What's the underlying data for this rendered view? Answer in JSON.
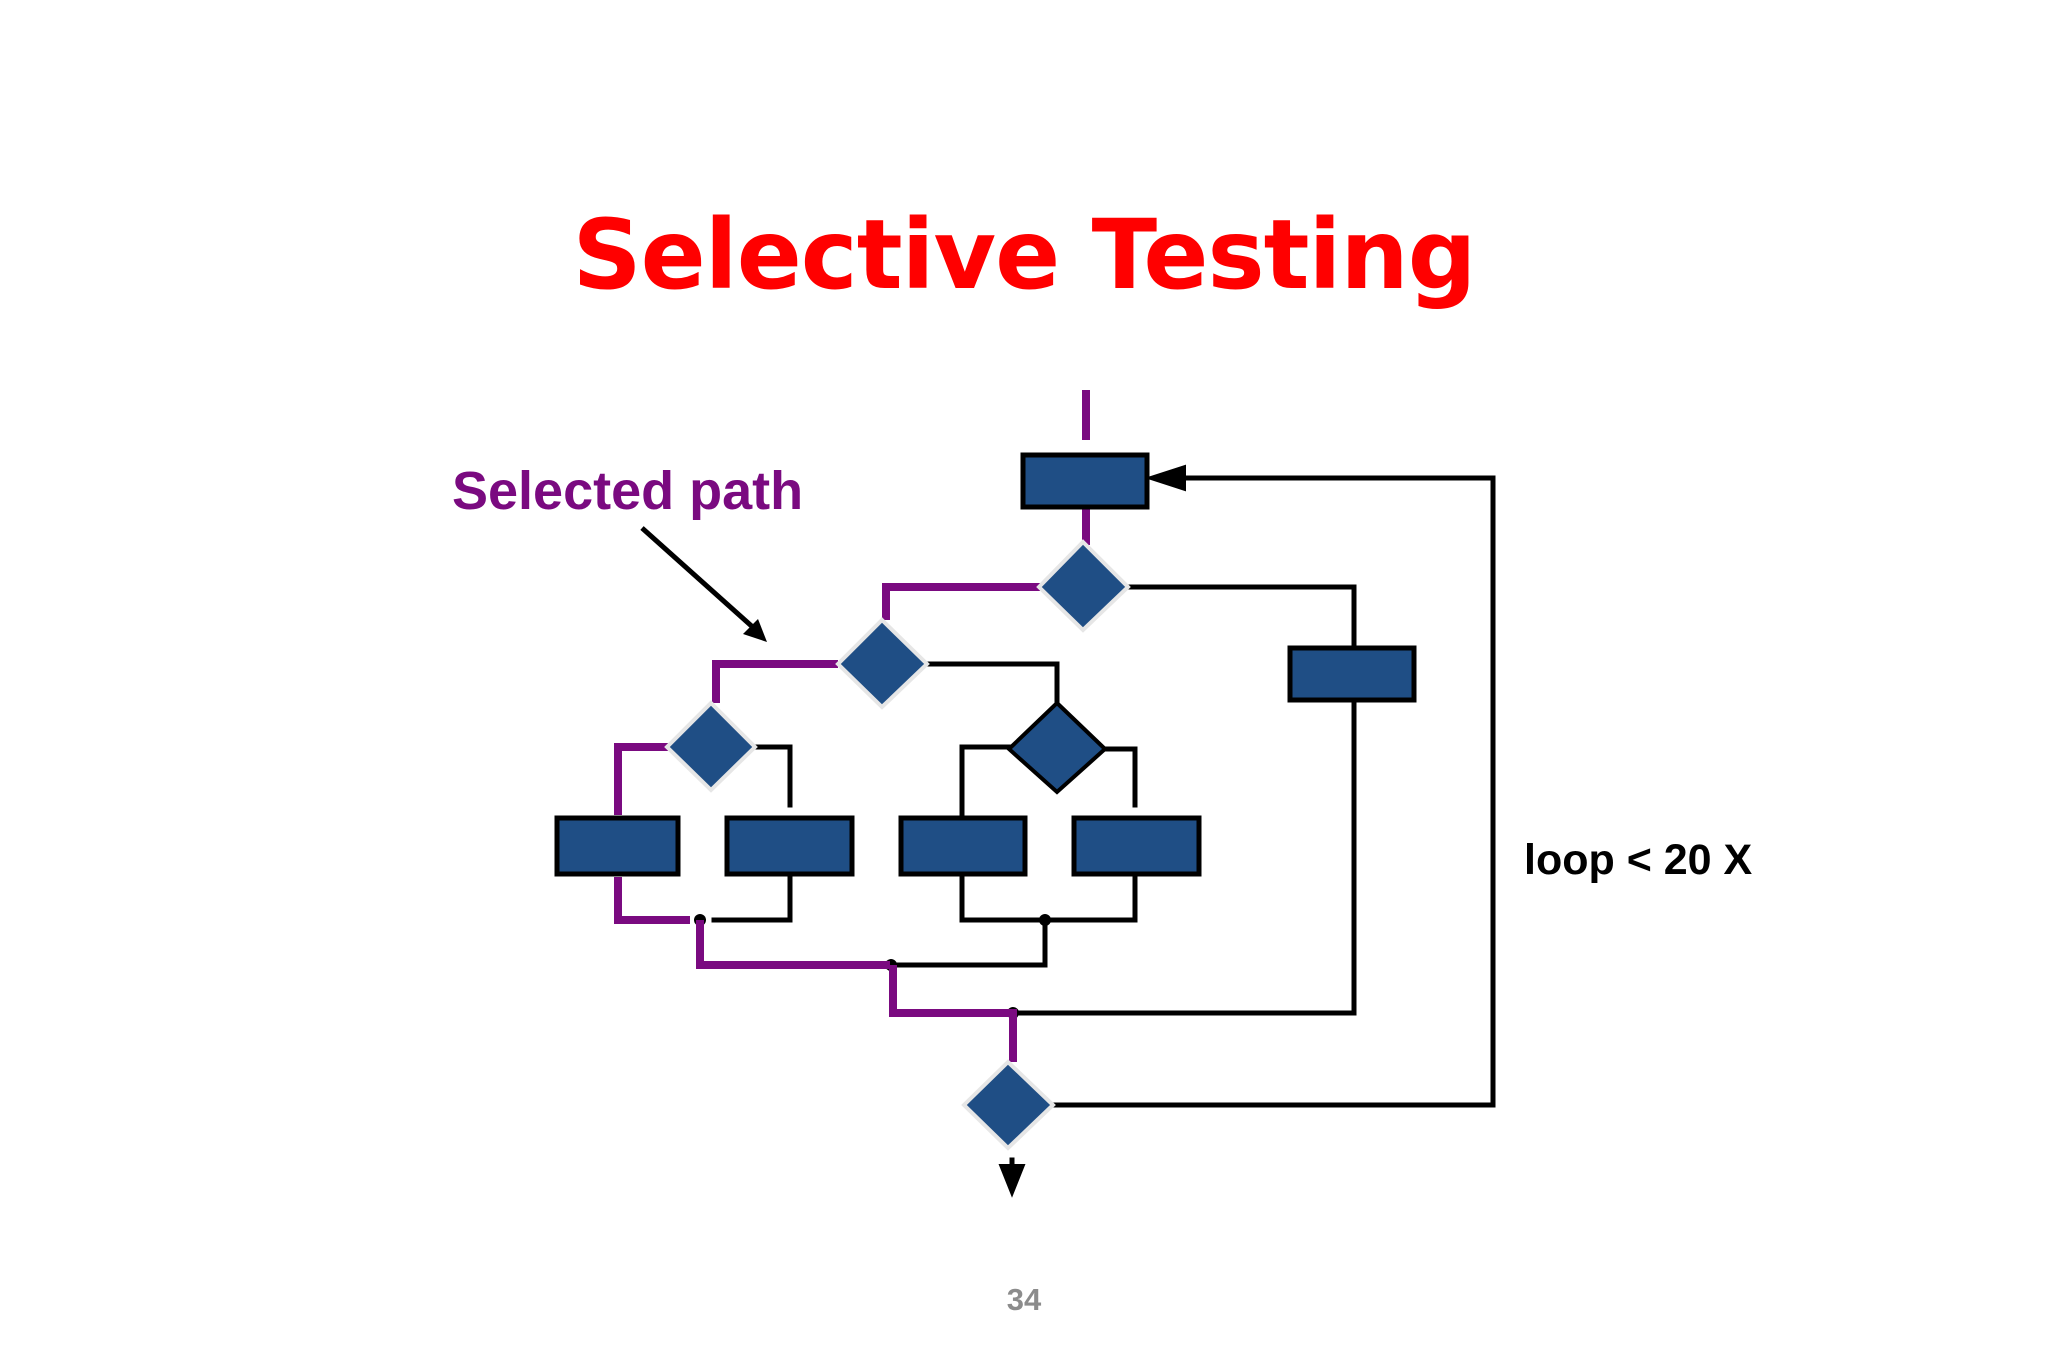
{
  "slide": {
    "title": "Selective Testing",
    "callout_label": "Selected path",
    "loop_label": "loop < 20 X",
    "page_number": "34"
  },
  "colors": {
    "title": "#ff0000",
    "selected_path": "#7a0a80",
    "node_fill": "#1f4e85",
    "node_border": "#000000",
    "edge": "#000000",
    "page_number": "#8c8c8c"
  }
}
